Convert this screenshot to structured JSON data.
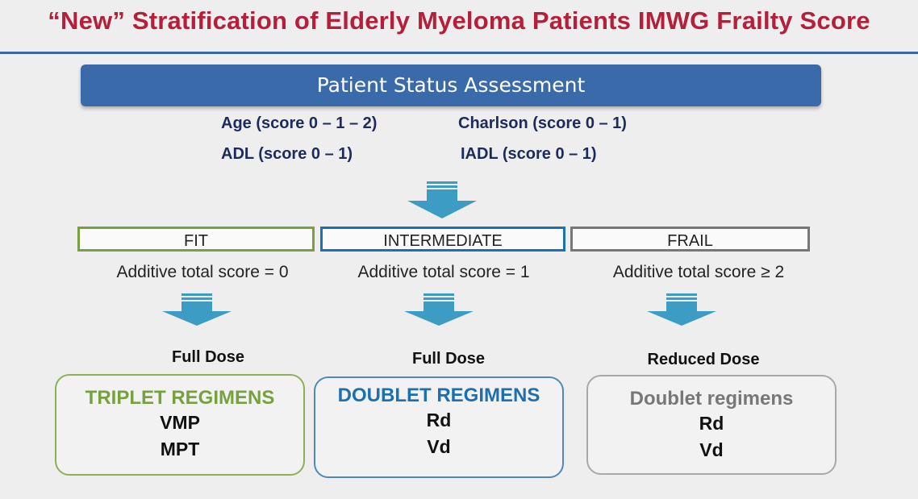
{
  "title": "“New” Stratification of Elderly Myeloma Patients IMWG Frailty Score",
  "assessment": {
    "label": "Patient Status Assessment",
    "criteria": [
      "Age (score 0 – 1 – 2)",
      "Charlson (score 0 – 1)",
      "ADL (score 0 – 1)",
      "IADL (score 0 – 1)"
    ]
  },
  "categories": [
    {
      "label": "FIT",
      "score": "Additive total score = 0",
      "dose": "Full Dose",
      "regimen_title": "TRIPLET REGIMENS",
      "drugs": [
        "VMP",
        "MPT"
      ],
      "color": "#77a140"
    },
    {
      "label": "INTERMEDIATE",
      "score": "Additive total score = 1",
      "dose": "Full Dose",
      "regimen_title": "DOUBLET REGIMENS",
      "drugs": [
        "Rd",
        "Vd"
      ],
      "color": "#1c6fb0"
    },
    {
      "label": "FRAIL",
      "score": "Additive total score ≥ 2",
      "dose": "Reduced Dose",
      "regimen_title": "Doublet regimens",
      "drugs": [
        "Rd",
        "Vd"
      ],
      "color": "#777777"
    }
  ],
  "colors": {
    "title": "#b51f3a",
    "rule": "#3b67a8",
    "assessment_bar": "#3a6aaa",
    "arrow": "#3d9cc4"
  },
  "icons": {
    "arrow": "down-arrow-icon"
  }
}
